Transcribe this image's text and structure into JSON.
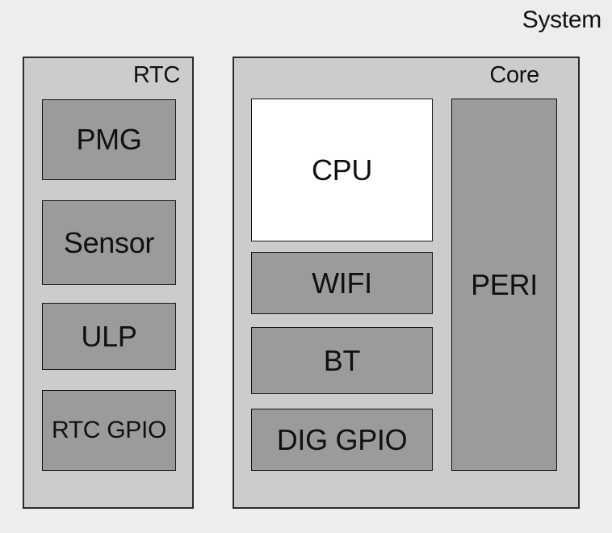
{
  "diagram": {
    "title": "System",
    "groups": [
      {
        "label": "RTC",
        "blocks": [
          {
            "label": "PMG"
          },
          {
            "label": "Sensor"
          },
          {
            "label": "ULP"
          },
          {
            "label": "RTC GPIO"
          }
        ]
      },
      {
        "label": "Core",
        "blocks": [
          {
            "label": "CPU"
          },
          {
            "label": "WIFI"
          },
          {
            "label": "BT"
          },
          {
            "label": "DIG GPIO"
          },
          {
            "label": "PERI"
          }
        ]
      }
    ]
  },
  "colors": {
    "background": "#EDEDED",
    "group_fill": "#CCCCCC",
    "block_fill": "#9B9B9B",
    "cpu_fill": "#FFFFFF",
    "outer_border": "#2A2A2A",
    "inner_border": "#161616",
    "text": "#101010"
  }
}
